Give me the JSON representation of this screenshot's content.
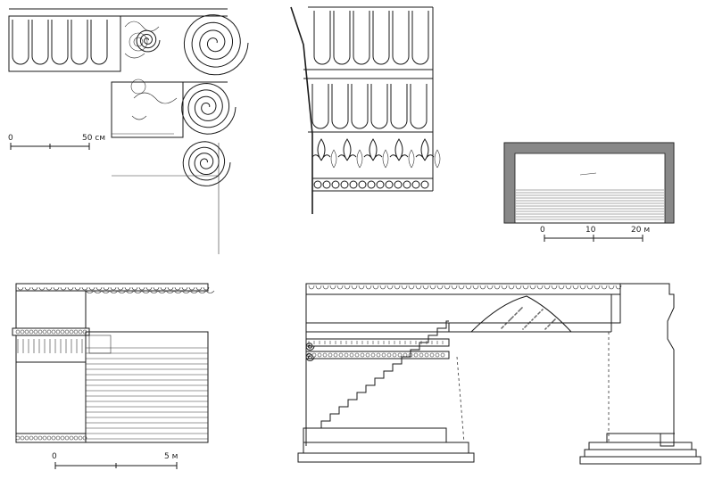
{
  "scales": {
    "capital_detail": {
      "zero": "0",
      "end": "50 см"
    },
    "plan": {
      "zero": "0",
      "mid": "10",
      "end": "20 м"
    },
    "elevation": {
      "zero": "0",
      "end": "5 м"
    }
  },
  "colors": {
    "ink": "#1a1a1a",
    "paper": "#ffffff",
    "hatch": "#555555"
  }
}
